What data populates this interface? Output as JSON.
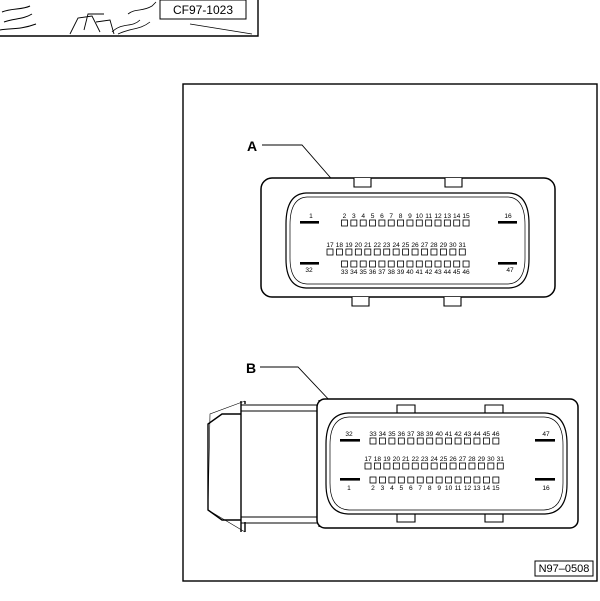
{
  "top_snippet": {
    "ref_label": "CF97-1023"
  },
  "figure": {
    "ref_label": "N97–0508",
    "connector_a": {
      "label": "A",
      "row1": [
        "1",
        "2",
        "3",
        "4",
        "5",
        "6",
        "7",
        "8",
        "9",
        "10",
        "11",
        "12",
        "13",
        "14",
        "15",
        "16"
      ],
      "row2": [
        "17",
        "18",
        "19",
        "20",
        "21",
        "22",
        "23",
        "24",
        "25",
        "26",
        "27",
        "28",
        "29",
        "30",
        "31"
      ],
      "row3": [
        "32",
        "33",
        "34",
        "35",
        "36",
        "37",
        "38",
        "39",
        "40",
        "41",
        "42",
        "43",
        "44",
        "45",
        "46",
        "47"
      ]
    },
    "connector_b": {
      "label": "B",
      "row1": [
        "32",
        "33",
        "34",
        "35",
        "36",
        "37",
        "38",
        "39",
        "40",
        "41",
        "42",
        "43",
        "44",
        "45",
        "46",
        "47"
      ],
      "row2": [
        "17",
        "18",
        "19",
        "20",
        "21",
        "22",
        "23",
        "24",
        "25",
        "26",
        "27",
        "28",
        "29",
        "30",
        "31"
      ],
      "row3": [
        "1",
        "2",
        "3",
        "4",
        "5",
        "6",
        "7",
        "8",
        "9",
        "10",
        "11",
        "12",
        "13",
        "14",
        "15",
        "16"
      ]
    }
  }
}
